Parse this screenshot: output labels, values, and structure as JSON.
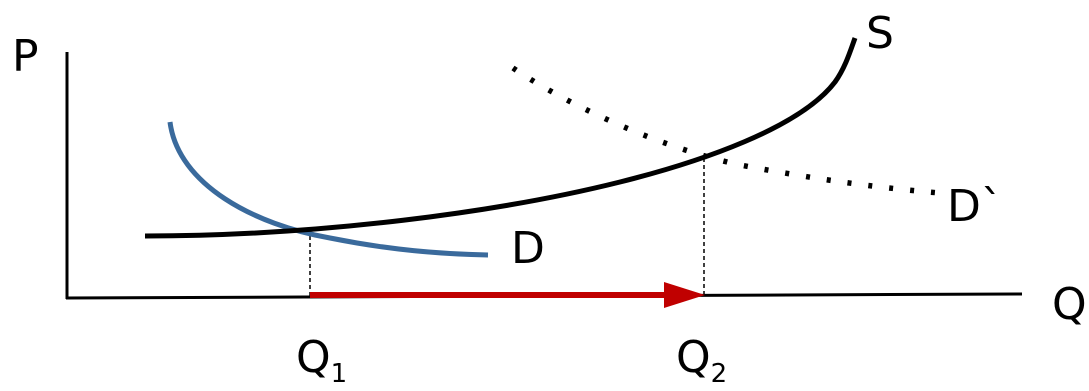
{
  "axes": {
    "y_label": "P",
    "x_label": "Q"
  },
  "curves": {
    "supply_label": "S",
    "demand_label": "D",
    "new_demand_label": "D`"
  },
  "quantities": {
    "q1": {
      "main": "Q",
      "sub": "1"
    },
    "q2": {
      "main": "Q",
      "sub": "2"
    }
  },
  "colors": {
    "axis": "#000000",
    "supply": "#000000",
    "demand": "#3a6a9c",
    "new_demand": "#000000",
    "arrow": "#c00000",
    "guide": "#000000"
  }
}
